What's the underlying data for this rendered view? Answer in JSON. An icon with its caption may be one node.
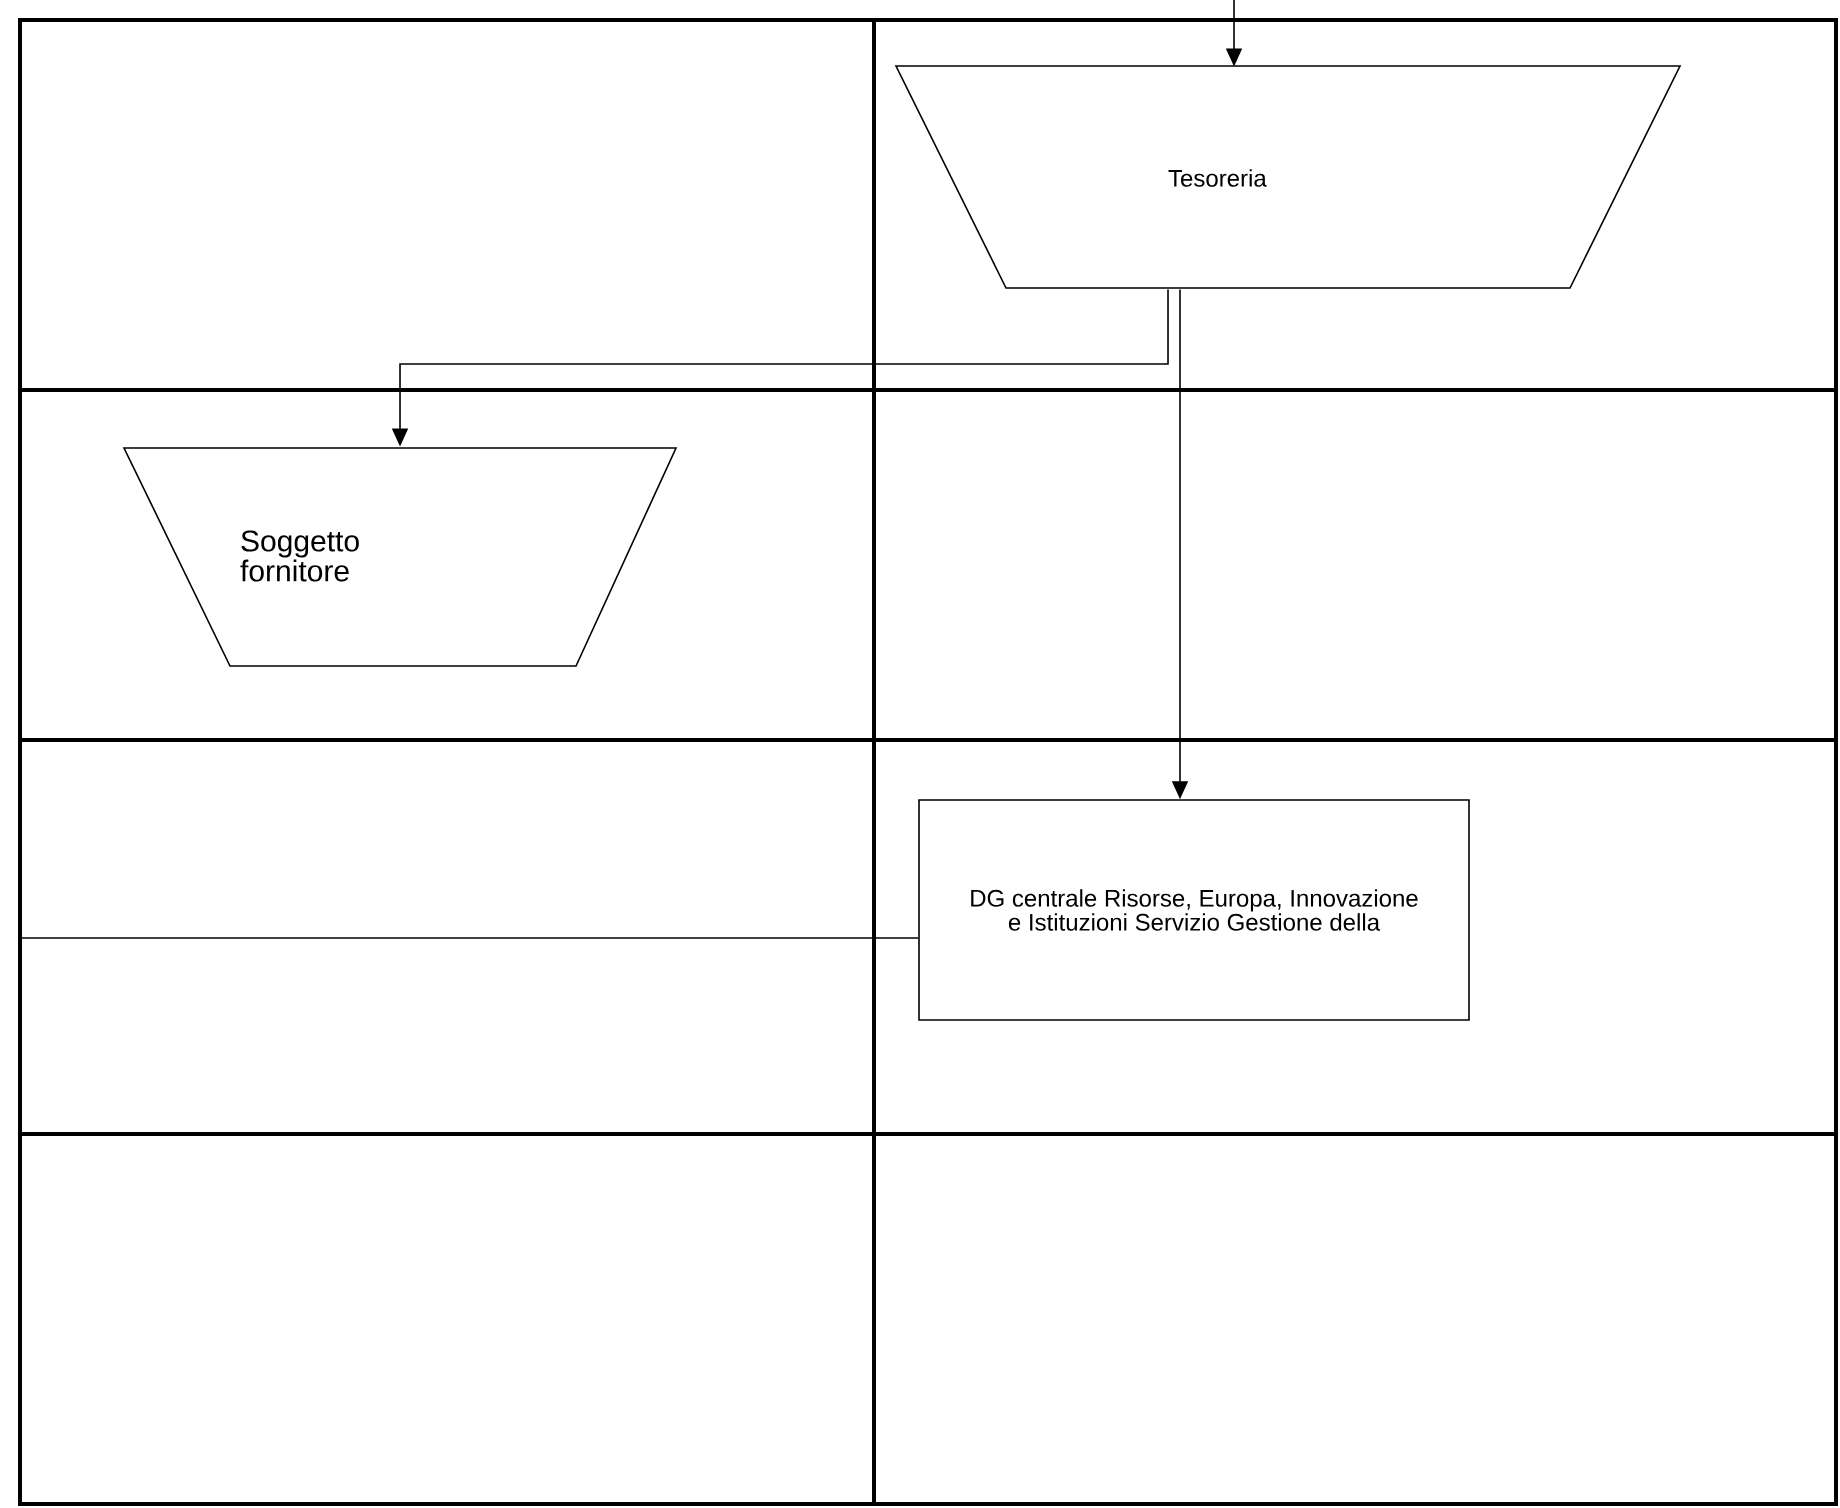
{
  "diagram": {
    "nodes": [
      {
        "text": [
          "Tesoreria"
        ]
      },
      {
        "text": [
          "Soggetto fornitore"
        ]
      },
      {
        "text": [
          "DG centrale Risorse, Europa, Innovazione e Istituzioni Servizio Gestione della"
        ]
      }
    ],
    "edges": [
      {
        "from": null,
        "to": 0,
        "arrow": "to"
      },
      {
        "from": 0,
        "to": 1,
        "arrow": "to"
      },
      {
        "from": 0,
        "to": 2,
        "arrow": "to"
      },
      {
        "from": null,
        "to": 2,
        "arrow": "none"
      }
    ]
  }
}
